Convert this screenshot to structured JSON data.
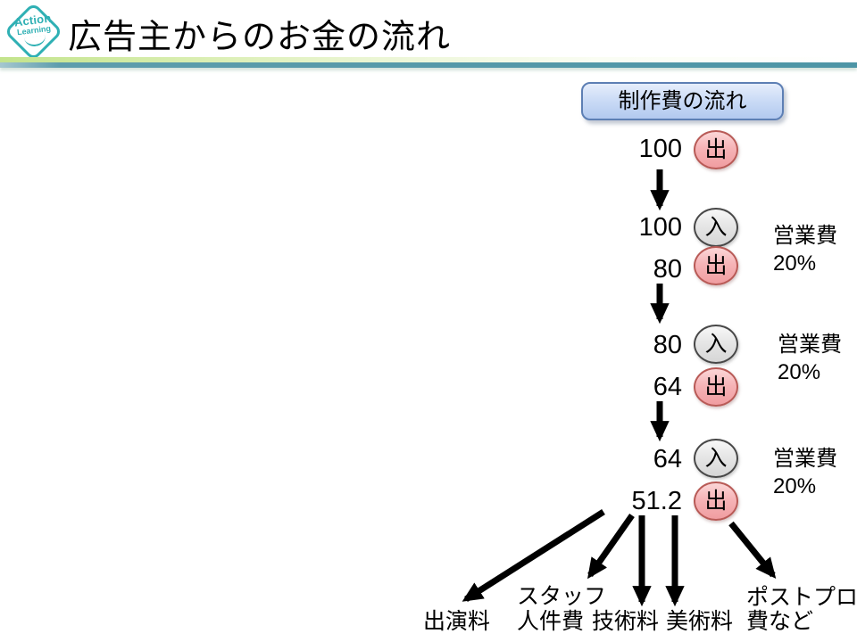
{
  "logo": {
    "line1": "Action",
    "line2": "Learning"
  },
  "title": "広告主からのお金の流れ",
  "flow": {
    "box_label": "制作費の流れ",
    "steps": [
      {
        "value": "100",
        "badge": "出",
        "type": "out"
      },
      {
        "value": "100",
        "badge": "入",
        "type": "in"
      },
      {
        "value": "80",
        "badge": "出",
        "type": "out"
      },
      {
        "value": "80",
        "badge": "入",
        "type": "in"
      },
      {
        "value": "64",
        "badge": "出",
        "type": "out"
      },
      {
        "value": "64",
        "badge": "入",
        "type": "in"
      },
      {
        "value": "51.2",
        "badge": "出",
        "type": "out"
      }
    ],
    "side_labels": [
      {
        "name": "営業費",
        "pct": "20%"
      },
      {
        "name": "営業費",
        "pct": "20%"
      },
      {
        "name": "営業費",
        "pct": "20%"
      }
    ],
    "outputs": [
      {
        "line1": "出演料",
        "line2": ""
      },
      {
        "line1": "スタッフ",
        "line2": "人件費"
      },
      {
        "line1": "技術料",
        "line2": ""
      },
      {
        "line1": "美術料",
        "line2": ""
      },
      {
        "line1": "ポストプロ",
        "line2": "費など"
      }
    ]
  },
  "colors": {
    "logo_teal": "#2fb0b4",
    "rule_teal": "#4d95a6",
    "rule_green": "#c3e48c",
    "box_fill": "#ccdcf6",
    "box_border": "#5d7fb4",
    "out_fill": "#f6b4b7",
    "out_border": "#b85a56",
    "in_fill": "#e6e6e6",
    "in_border": "#474747",
    "arrow": "#000000"
  }
}
